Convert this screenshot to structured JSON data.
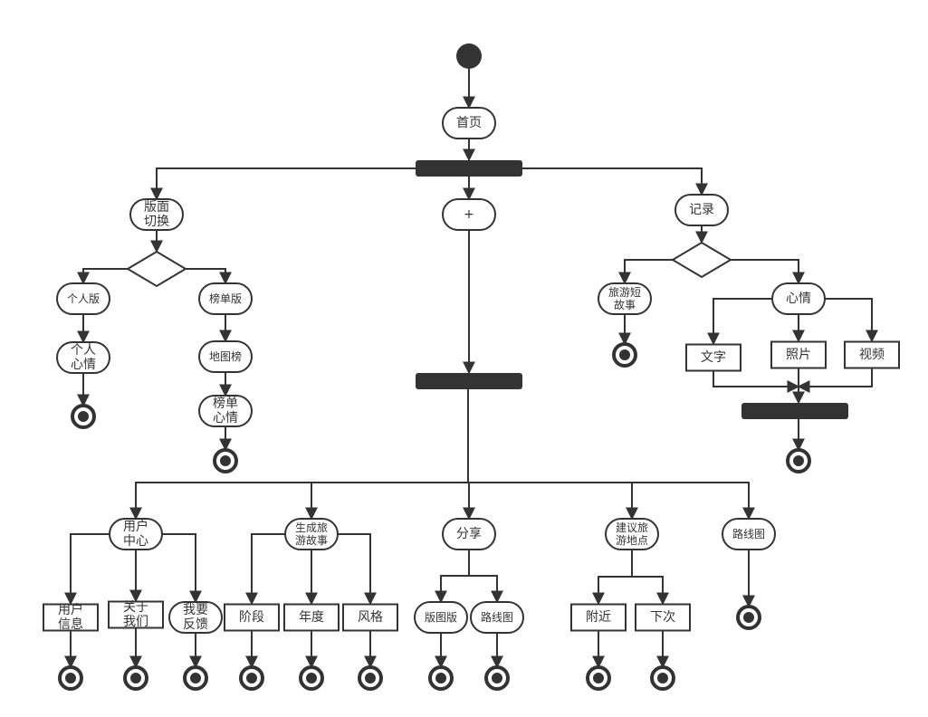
{
  "diagram": {
    "type": "uml-activity",
    "colors": {
      "stroke": "#333333",
      "fill": "#ffffff",
      "bar": "#333333",
      "text": "#333333"
    },
    "nodes": {
      "start": {
        "kind": "initial"
      },
      "home": {
        "kind": "activity",
        "lines": [
          "首页"
        ]
      },
      "fork_main": {
        "kind": "fork"
      },
      "layout_switch": {
        "kind": "activity",
        "lines": [
          "版面",
          "切换"
        ]
      },
      "plus": {
        "kind": "activity",
        "lines": [
          "+"
        ]
      },
      "record": {
        "kind": "activity",
        "lines": [
          "记录"
        ]
      },
      "decision_layout": {
        "kind": "decision"
      },
      "personal_edition": {
        "kind": "activity",
        "lines": [
          "个人版"
        ]
      },
      "ranking_edition": {
        "kind": "activity",
        "lines": [
          "榜单版"
        ]
      },
      "personal_mood": {
        "kind": "activity",
        "lines": [
          "个人",
          "心情"
        ]
      },
      "end_personal": {
        "kind": "final"
      },
      "map_ranking": {
        "kind": "activity",
        "lines": [
          "地图榜"
        ]
      },
      "ranking_mood": {
        "kind": "activity",
        "lines": [
          "榜单",
          "心情"
        ]
      },
      "end_ranking": {
        "kind": "final"
      },
      "decision_record": {
        "kind": "decision"
      },
      "short_story": {
        "kind": "activity",
        "lines": [
          "旅游短",
          "故事"
        ]
      },
      "end_story": {
        "kind": "final"
      },
      "mood": {
        "kind": "activity",
        "lines": [
          "心情"
        ]
      },
      "text": {
        "kind": "action",
        "lines": [
          "文字"
        ]
      },
      "photo": {
        "kind": "action",
        "lines": [
          "照片"
        ]
      },
      "video": {
        "kind": "action",
        "lines": [
          "视频"
        ]
      },
      "join_media": {
        "kind": "join"
      },
      "end_media": {
        "kind": "final"
      },
      "fork_plus": {
        "kind": "fork"
      },
      "user_center": {
        "kind": "activity",
        "lines": [
          "用户",
          "中心"
        ]
      },
      "user_info": {
        "kind": "action",
        "lines": [
          "用户",
          "信息"
        ]
      },
      "about_us": {
        "kind": "action",
        "lines": [
          "关于",
          "我们"
        ]
      },
      "feedback": {
        "kind": "activity",
        "lines": [
          "我要",
          "反馈"
        ]
      },
      "end_user_info": {
        "kind": "final"
      },
      "end_about": {
        "kind": "final"
      },
      "end_feedback": {
        "kind": "final"
      },
      "gen_story": {
        "kind": "activity",
        "lines": [
          "生成旅",
          "游故事"
        ]
      },
      "stage": {
        "kind": "action",
        "lines": [
          "阶段"
        ]
      },
      "year": {
        "kind": "action",
        "lines": [
          "年度"
        ]
      },
      "style": {
        "kind": "action",
        "lines": [
          "风格"
        ]
      },
      "end_stage": {
        "kind": "final"
      },
      "end_year": {
        "kind": "final"
      },
      "end_style": {
        "kind": "final"
      },
      "share": {
        "kind": "activity",
        "lines": [
          "分享"
        ]
      },
      "map_edition": {
        "kind": "activity",
        "lines": [
          "版图版"
        ]
      },
      "route_map_share": {
        "kind": "activity",
        "lines": [
          "路线图"
        ]
      },
      "end_map_edition": {
        "kind": "final"
      },
      "end_route_share": {
        "kind": "final"
      },
      "suggest": {
        "kind": "activity",
        "lines": [
          "建议旅",
          "游地点"
        ]
      },
      "nearby": {
        "kind": "action",
        "lines": [
          "附近"
        ]
      },
      "next_time": {
        "kind": "action",
        "lines": [
          "下次"
        ]
      },
      "end_nearby": {
        "kind": "final"
      },
      "end_next": {
        "kind": "final"
      },
      "route_map": {
        "kind": "activity",
        "lines": [
          "路线图"
        ]
      },
      "end_route": {
        "kind": "final"
      }
    },
    "edges": [
      [
        "start",
        "home"
      ],
      [
        "home",
        "fork_main"
      ],
      [
        "fork_main",
        "layout_switch"
      ],
      [
        "fork_main",
        "plus"
      ],
      [
        "fork_main",
        "record"
      ],
      [
        "layout_switch",
        "decision_layout"
      ],
      [
        "decision_layout",
        "personal_edition"
      ],
      [
        "decision_layout",
        "ranking_edition"
      ],
      [
        "personal_edition",
        "personal_mood"
      ],
      [
        "personal_mood",
        "end_personal"
      ],
      [
        "ranking_edition",
        "map_ranking"
      ],
      [
        "map_ranking",
        "ranking_mood"
      ],
      [
        "ranking_mood",
        "end_ranking"
      ],
      [
        "record",
        "decision_record"
      ],
      [
        "decision_record",
        "short_story"
      ],
      [
        "decision_record",
        "mood"
      ],
      [
        "short_story",
        "end_story"
      ],
      [
        "mood",
        "text"
      ],
      [
        "mood",
        "photo"
      ],
      [
        "mood",
        "video"
      ],
      [
        "text",
        "join_media"
      ],
      [
        "photo",
        "join_media"
      ],
      [
        "video",
        "join_media"
      ],
      [
        "join_media",
        "end_media"
      ],
      [
        "plus",
        "fork_plus"
      ],
      [
        "fork_plus",
        "user_center"
      ],
      [
        "fork_plus",
        "gen_story"
      ],
      [
        "fork_plus",
        "share"
      ],
      [
        "fork_plus",
        "suggest"
      ],
      [
        "fork_plus",
        "route_map"
      ],
      [
        "user_center",
        "user_info"
      ],
      [
        "user_center",
        "about_us"
      ],
      [
        "user_center",
        "feedback"
      ],
      [
        "user_info",
        "end_user_info"
      ],
      [
        "about_us",
        "end_about"
      ],
      [
        "feedback",
        "end_feedback"
      ],
      [
        "gen_story",
        "stage"
      ],
      [
        "gen_story",
        "year"
      ],
      [
        "gen_story",
        "style"
      ],
      [
        "stage",
        "end_stage"
      ],
      [
        "year",
        "end_year"
      ],
      [
        "style",
        "end_style"
      ],
      [
        "share",
        "map_edition"
      ],
      [
        "share",
        "route_map_share"
      ],
      [
        "map_edition",
        "end_map_edition"
      ],
      [
        "route_map_share",
        "end_route_share"
      ],
      [
        "suggest",
        "nearby"
      ],
      [
        "suggest",
        "next_time"
      ],
      [
        "nearby",
        "end_nearby"
      ],
      [
        "next_time",
        "end_next"
      ],
      [
        "route_map",
        "end_route"
      ]
    ]
  }
}
